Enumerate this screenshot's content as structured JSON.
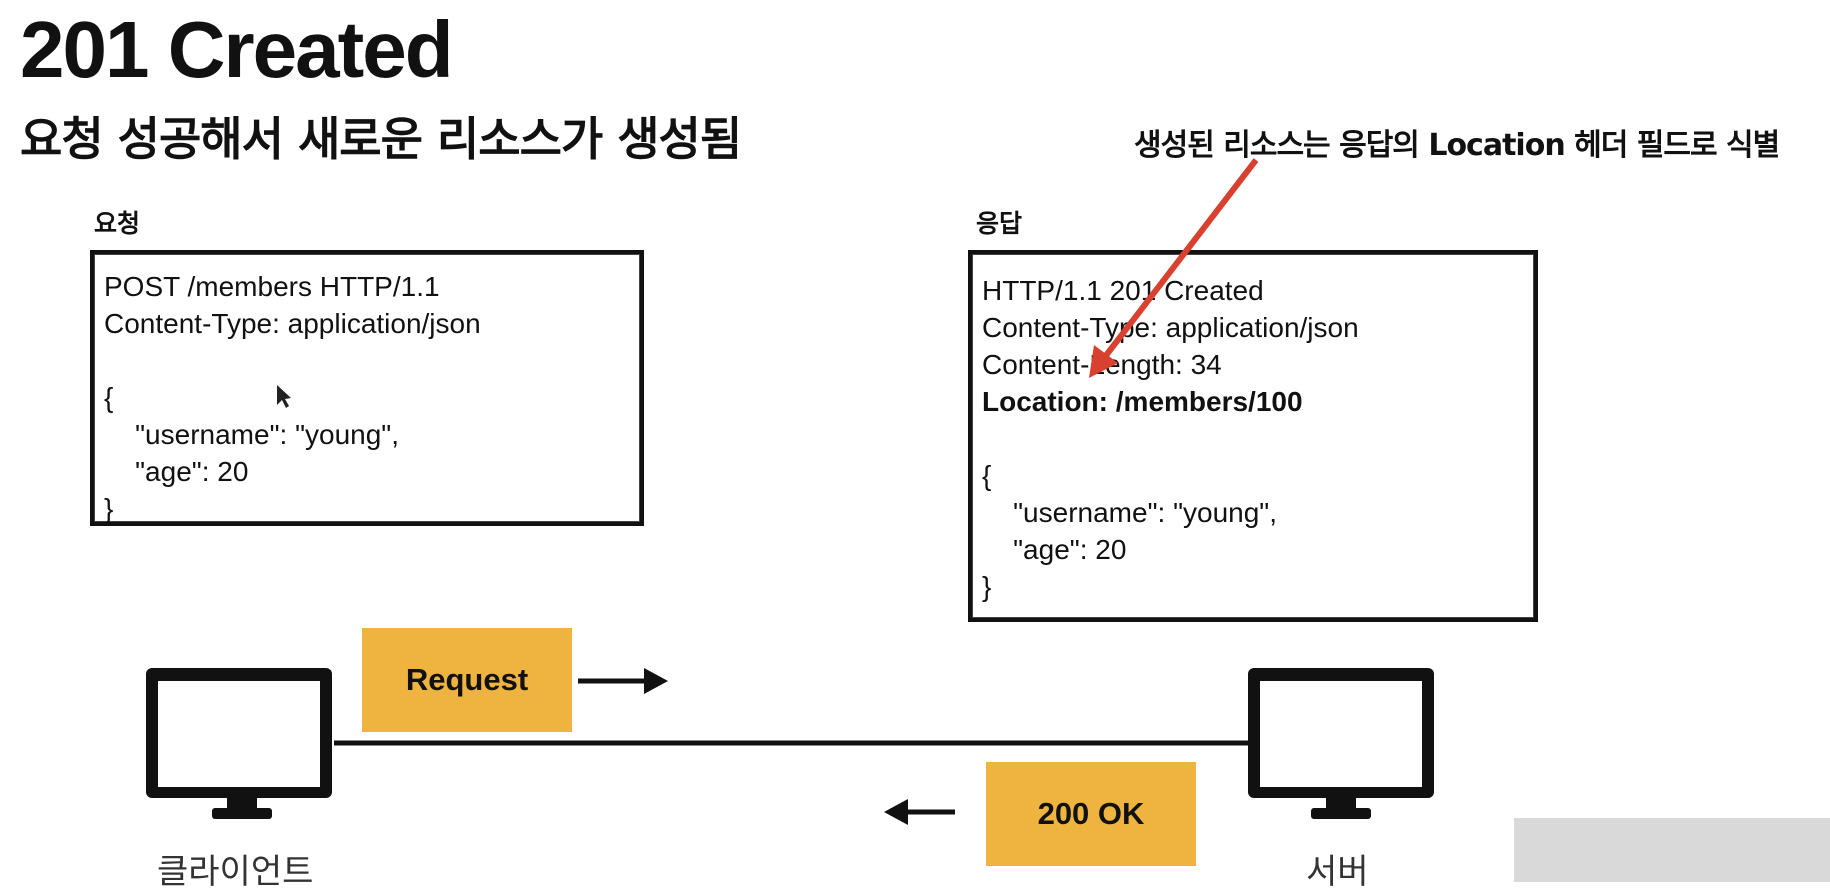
{
  "slide": {
    "title": "201 Created",
    "subtitle": "요청 성공해서 새로운 리소스가 생성됨",
    "callout": "생성된 리소스는 응답의 Location 헤더 필드로 식별"
  },
  "request": {
    "label": "요청",
    "lines": [
      "POST /members HTTP/1.1",
      "Content-Type: application/json",
      "",
      "{",
      "    \"username\": \"young\",",
      "    \"age\": 20",
      "}"
    ]
  },
  "response": {
    "label": "응답",
    "lines": [
      "HTTP/1.1 201 Created",
      "Content-Type: application/json",
      "Content-Length: 34",
      "Location: /members/100",
      "",
      "{",
      "    \"username\": \"young\",",
      "    \"age\": 20",
      "}"
    ]
  },
  "flow": {
    "request_label": "Request",
    "response_label": "200 OK",
    "client_label": "클라이언트",
    "server_label": "서버"
  },
  "colors": {
    "accent": "#efb43f",
    "arrow": "#d8402f"
  }
}
